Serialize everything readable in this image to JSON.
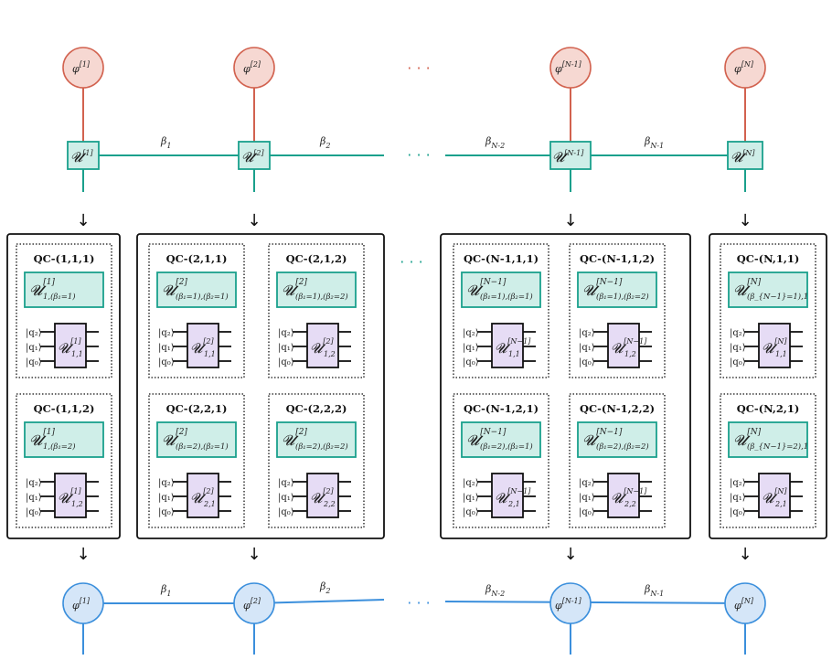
{
  "colors": {
    "phi_fill": "#f6d8d2",
    "phi_stroke": "#d2624f",
    "mpo_fill": "#cfeee8",
    "mpo_stroke": "#1aa08c",
    "gate_fill": "#e6dcf5",
    "vphi_fill": "#d5e6f8",
    "vphi_stroke": "#3b8fdc",
    "box_stroke": "#111111"
  },
  "ellipsis": "· · ·",
  "arrow": "↓",
  "top_nodes": [
    {
      "phi_base": "φ",
      "phi_sup": "[1]",
      "u_base": "𝓤",
      "u_sup": "[1]"
    },
    {
      "phi_base": "φ",
      "phi_sup": "[2]",
      "u_base": "𝓤",
      "u_sup": "[2]"
    },
    {
      "phi_base": "φ",
      "phi_sup": "[N-1]",
      "u_base": "𝓤",
      "u_sup": "[N-1]"
    },
    {
      "phi_base": "φ",
      "phi_sup": "[N]",
      "u_base": "𝓤",
      "u_sup": "[N]"
    }
  ],
  "bonds": [
    {
      "base": "β",
      "sub": "1"
    },
    {
      "base": "β",
      "sub": "2"
    },
    {
      "base": "β",
      "sub": "N-2"
    },
    {
      "base": "β",
      "sub": "N-1"
    }
  ],
  "bottom_nodes": [
    {
      "base": "φ",
      "sup": "[1]"
    },
    {
      "base": "φ",
      "sup": "[2]"
    },
    {
      "base": "φ",
      "sup": "[N-1]"
    },
    {
      "base": "φ",
      "sup": "[N]"
    }
  ],
  "kets": [
    "|q₂⟩",
    "|q₁⟩",
    "|q₀⟩"
  ],
  "circuits": [
    {
      "title": "QC-(1,1,1)",
      "tensor": {
        "base": "𝓤",
        "sup": "[1]",
        "sub": "1,(β₁=1)"
      },
      "gate": {
        "base": "𝓤",
        "sup": "[1]",
        "sub": "1,1"
      }
    },
    {
      "title": "QC-(1,1,2)",
      "tensor": {
        "base": "𝓤",
        "sup": "[1]",
        "sub": "1,(β₁=2)"
      },
      "gate": {
        "base": "𝓤",
        "sup": "[1]",
        "sub": "1,2"
      }
    },
    {
      "title": "QC-(2,1,1)",
      "tensor": {
        "base": "𝓤",
        "sup": "[2]",
        "sub": "(β₁=1),(β₂=1)"
      },
      "gate": {
        "base": "𝓤",
        "sup": "[2]",
        "sub": "1,1"
      }
    },
    {
      "title": "QC-(2,1,2)",
      "tensor": {
        "base": "𝓤",
        "sup": "[2]",
        "sub": "(β₁=1),(β₂=2)"
      },
      "gate": {
        "base": "𝓤",
        "sup": "[2]",
        "sub": "1,2"
      }
    },
    {
      "title": "QC-(2,2,1)",
      "tensor": {
        "base": "𝓤",
        "sup": "[2]",
        "sub": "(β₁=2),(β₂=1)"
      },
      "gate": {
        "base": "𝓤",
        "sup": "[2]",
        "sub": "2,1"
      }
    },
    {
      "title": "QC-(2,2,2)",
      "tensor": {
        "base": "𝓤",
        "sup": "[2]",
        "sub": "(β₁=2),(β₂=2)"
      },
      "gate": {
        "base": "𝓤",
        "sup": "[2]",
        "sub": "2,2"
      }
    },
    {
      "title": "QC-(N-1,1,1)",
      "tensor": {
        "base": "𝓤",
        "sup": "[N−1]",
        "sub": "(β₁=1),(β₂=1)"
      },
      "gate": {
        "base": "𝓤",
        "sup": "[N−1]",
        "sub": "1,1"
      }
    },
    {
      "title": "QC-(N-1,1,2)",
      "tensor": {
        "base": "𝓤",
        "sup": "[N−1]",
        "sub": "(β₁=1),(β₂=2)"
      },
      "gate": {
        "base": "𝓤",
        "sup": "[N−1]",
        "sub": "1,2"
      }
    },
    {
      "title": "QC-(N-1,2,1)",
      "tensor": {
        "base": "𝓤",
        "sup": "[N−1]",
        "sub": "(β₁=2),(β₂=1)"
      },
      "gate": {
        "base": "𝓤",
        "sup": "[N−1]",
        "sub": "2,1"
      }
    },
    {
      "title": "QC-(N-1,2,2)",
      "tensor": {
        "base": "𝓤",
        "sup": "[N−1]",
        "sub": "(β₁=2),(β₂=2)"
      },
      "gate": {
        "base": "𝓤",
        "sup": "[N−1]",
        "sub": "2,2"
      }
    },
    {
      "title": "QC-(N,1,1)",
      "tensor": {
        "base": "𝓤",
        "sup": "[N]",
        "sub": "(β_{N−1}=1),1"
      },
      "gate": {
        "base": "𝓤",
        "sup": "[N]",
        "sub": "1,1"
      }
    },
    {
      "title": "QC-(N,2,1)",
      "tensor": {
        "base": "𝓤",
        "sup": "[N]",
        "sub": "(β_{N−1}=2),1"
      },
      "gate": {
        "base": "𝓤",
        "sup": "[N]",
        "sub": "2,1"
      }
    }
  ]
}
